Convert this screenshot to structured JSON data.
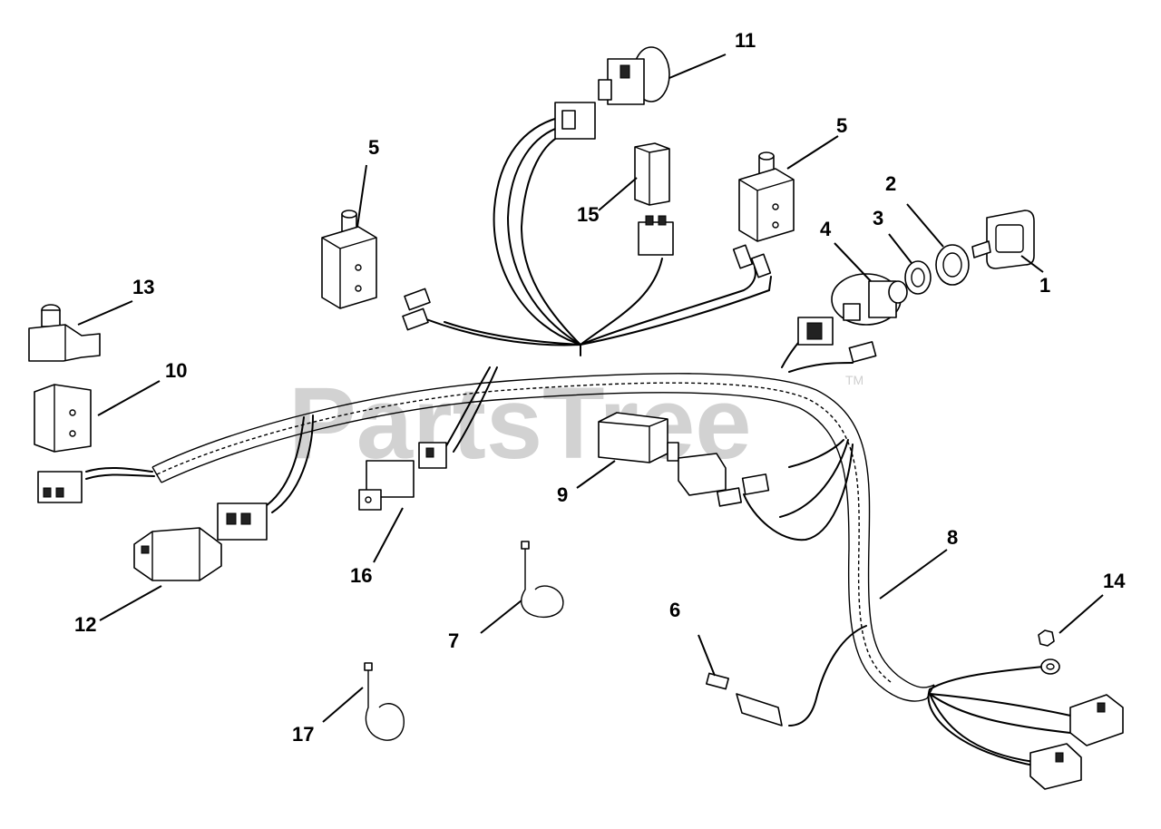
{
  "watermark": {
    "brand": "PartsTree",
    "trademark": "TM"
  },
  "callouts": [
    {
      "id": "1",
      "label": "1"
    },
    {
      "id": "2",
      "label": "2"
    },
    {
      "id": "3",
      "label": "3"
    },
    {
      "id": "4",
      "label": "4"
    },
    {
      "id": "5a",
      "label": "5"
    },
    {
      "id": "5b",
      "label": "5"
    },
    {
      "id": "6",
      "label": "6"
    },
    {
      "id": "7",
      "label": "7"
    },
    {
      "id": "8",
      "label": "8"
    },
    {
      "id": "9",
      "label": "9"
    },
    {
      "id": "10",
      "label": "10"
    },
    {
      "id": "11",
      "label": "11"
    },
    {
      "id": "12",
      "label": "12"
    },
    {
      "id": "13",
      "label": "13"
    },
    {
      "id": "14",
      "label": "14"
    },
    {
      "id": "15",
      "label": "15"
    },
    {
      "id": "16",
      "label": "16"
    },
    {
      "id": "17",
      "label": "17"
    }
  ]
}
